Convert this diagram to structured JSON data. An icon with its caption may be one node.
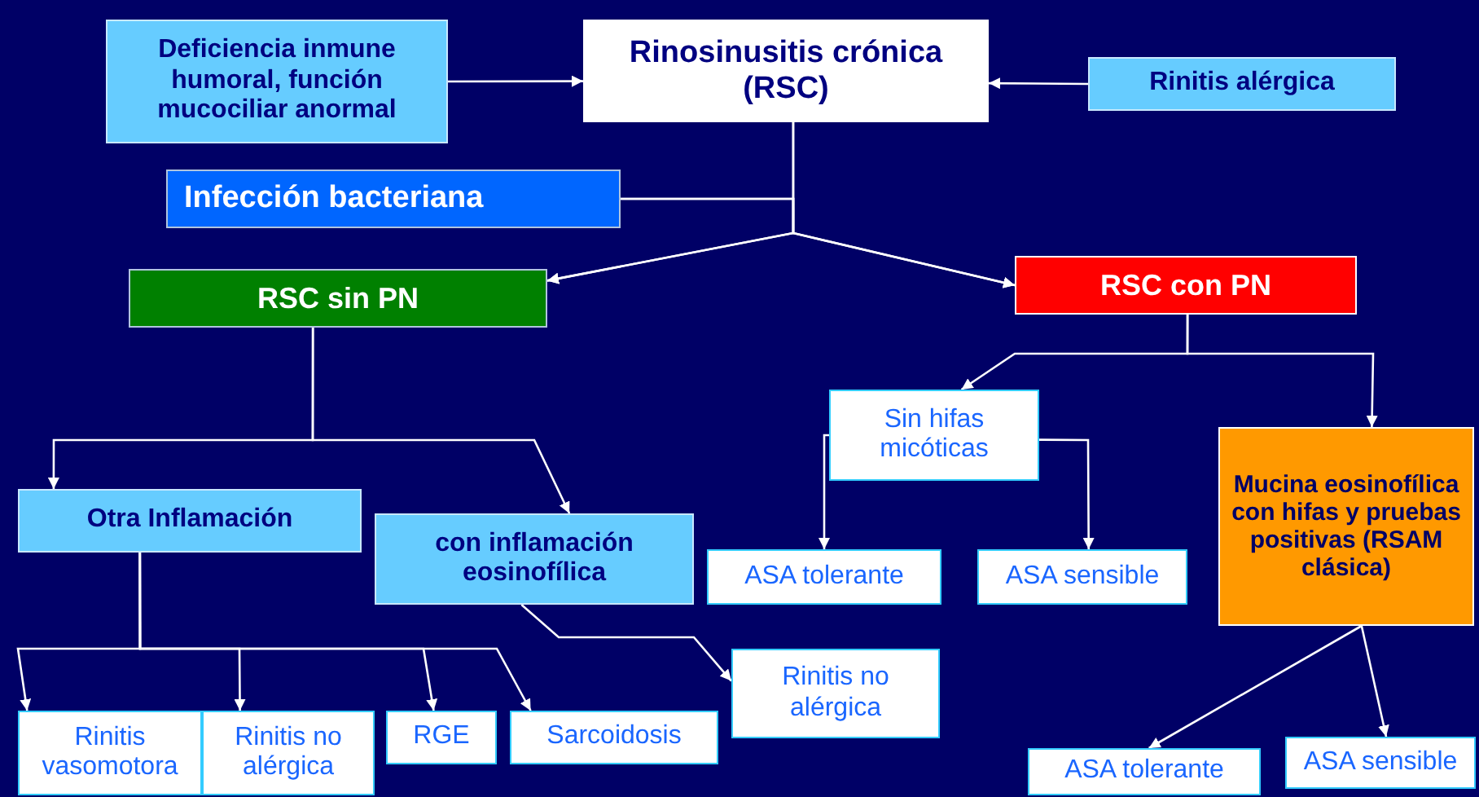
{
  "diagram": {
    "nodes": [
      {
        "text": [
          "Deficiencia inmune humoral, función mucociliar anormal"
        ]
      },
      {
        "text": [
          "Rinosinusitis crónica (RSC)"
        ]
      },
      {
        "text": [
          "Rinitis alérgica"
        ]
      },
      {
        "text": [
          "Infección bacteriana"
        ]
      },
      {
        "text": [
          "RSC sin PN"
        ]
      },
      {
        "text": [
          "RSC con PN"
        ]
      },
      {
        "text": [
          "Sin hifas micóticas"
        ]
      },
      {
        "text": [
          "Mucina eosinofílica con hifas y pruebas positivas (RSAM clásica)"
        ]
      },
      {
        "text": [
          "Otra Inflamación"
        ]
      },
      {
        "text": [
          "con inflamación eosinofílica"
        ]
      },
      {
        "text": [
          "ASA tolerante"
        ]
      },
      {
        "text": [
          "ASA sensible"
        ]
      },
      {
        "text": [
          "Rinitis no alérgica"
        ]
      },
      {
        "text": [
          "Rinitis vasomotora"
        ]
      },
      {
        "text": [
          "Rinitis no alérgica"
        ]
      },
      {
        "text": [
          "RGE"
        ]
      },
      {
        "text": [
          "Sarcoidosis"
        ]
      },
      {
        "text": [
          "ASA tolerante"
        ]
      },
      {
        "text": [
          "ASA sensible"
        ]
      }
    ],
    "edges": [
      {
        "from": 0,
        "to": 1,
        "arrow": "to"
      },
      {
        "from": 2,
        "to": 1,
        "arrow": "to"
      },
      {
        "from": 1,
        "to": 4,
        "arrow": "to"
      },
      {
        "from": 1,
        "to": 5,
        "arrow": "to"
      },
      {
        "from": 3,
        "to": 4,
        "arrow": "to"
      },
      {
        "from": 3,
        "to": 5,
        "arrow": "to"
      },
      {
        "from": 4,
        "to": 8,
        "arrow": "to"
      },
      {
        "from": 4,
        "to": 9,
        "arrow": "to"
      },
      {
        "from": 5,
        "to": 6,
        "arrow": "to"
      },
      {
        "from": 5,
        "to": 7,
        "arrow": "to"
      },
      {
        "from": 6,
        "to": 10,
        "arrow": "to"
      },
      {
        "from": 6,
        "to": 11,
        "arrow": "to"
      },
      {
        "from": 8,
        "to": 13,
        "arrow": "to"
      },
      {
        "from": 8,
        "to": 14,
        "arrow": "to"
      },
      {
        "from": 8,
        "to": 15,
        "arrow": "to"
      },
      {
        "from": 8,
        "to": 16,
        "arrow": "to"
      },
      {
        "from": 9,
        "to": 12,
        "arrow": "to"
      },
      {
        "from": 7,
        "to": 17,
        "arrow": "to"
      },
      {
        "from": 7,
        "to": 18,
        "arrow": "to"
      }
    ]
  }
}
